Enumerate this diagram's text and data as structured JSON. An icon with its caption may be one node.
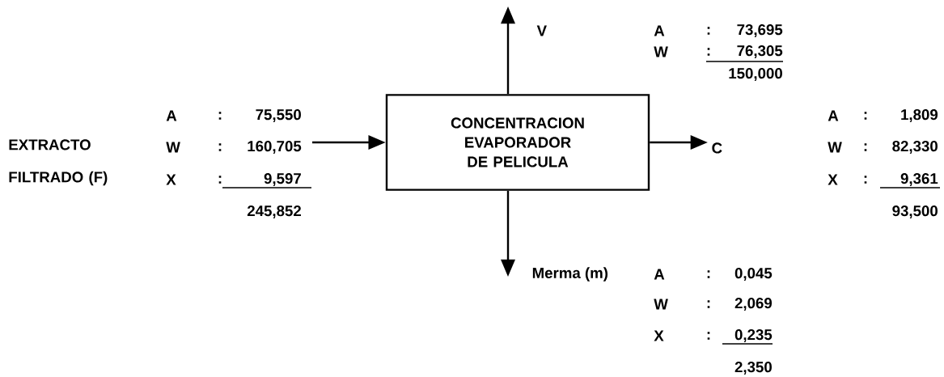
{
  "diagram": {
    "nodes": [
      {
        "text": [
          "CONCENTRACION",
          "EVAPORADOR DE PELICULA"
        ]
      },
      {
        "text": [
          "V"
        ]
      },
      {
        "text": [
          "C"
        ]
      },
      {
        "text": [
          "Merma (m)"
        ]
      }
    ],
    "edges": [
      {
        "from": null,
        "to": 0,
        "arrow": "to"
      },
      {
        "from": 0,
        "to": 1,
        "arrow": "to"
      },
      {
        "from": 0,
        "to": 2,
        "arrow": "to"
      },
      {
        "from": 0,
        "to": 3,
        "arrow": "to"
      }
    ],
    "labels": [
      "EXTRACTO FILTRADO (F)",
      "A",
      ":",
      "75,550",
      "W",
      ":",
      "160,705",
      "X",
      ":",
      "9,597",
      "245,852",
      "A",
      ":",
      "73,695",
      "W",
      ":",
      "76,305",
      "150,000",
      "A",
      ":",
      "1,809",
      "W",
      ":",
      "82,330",
      "X",
      ":",
      "9,361",
      "93,500",
      "A",
      ":",
      "0,045",
      "W",
      ":",
      "2,069",
      "X",
      ":",
      "0,235",
      "2,350"
    ]
  }
}
